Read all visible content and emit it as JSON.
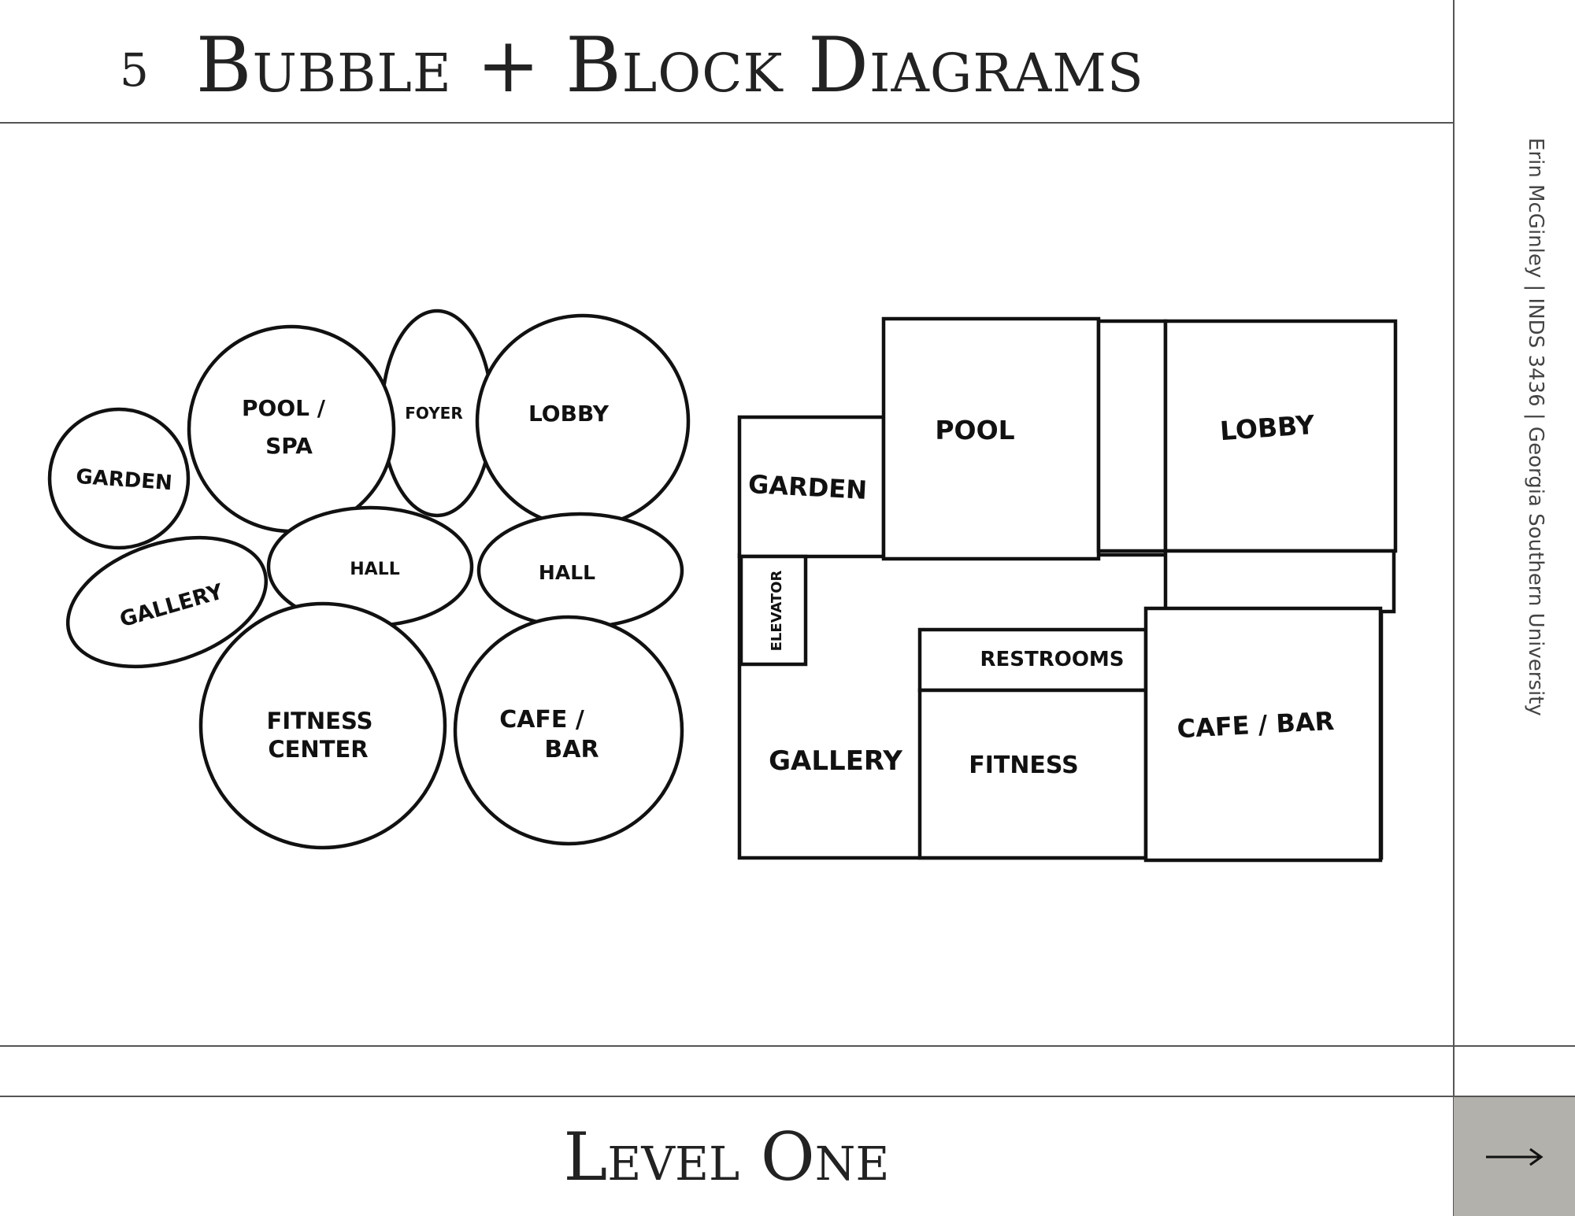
{
  "header": {
    "page_number": "5",
    "title": "Bubble + Block Diagrams"
  },
  "sidebar": {
    "credit": "Erin McGinley | INDS 3436 | Georgia Southern University"
  },
  "bubble_diagram": {
    "garden": "GARDEN",
    "pool_line1": "POOL /",
    "pool_line2": "SPA",
    "foyer": "FOYER",
    "lobby": "LOBBY",
    "gallery": "GALLERY",
    "hall_left": "HALL",
    "hall_right": "HALL",
    "fitness_line1": "FITNESS",
    "fitness_line2": "CENTER",
    "cafe_line1": "CAFE /",
    "cafe_line2": "BAR"
  },
  "block_diagram": {
    "garden": "GARDEN",
    "pool": "POOL",
    "lobby": "LOBBY",
    "elevator": "ELEVATOR",
    "restrooms": "RESTROOMS",
    "gallery": "GALLERY",
    "fitness": "FITNESS",
    "cafe_bar": "CAFE / BAR"
  },
  "footer": {
    "title": "Level One",
    "next_icon": "arrow-right-icon"
  },
  "colors": {
    "rule": "#555555",
    "next_button_bg": "#b3b1ab",
    "ink": "#111111"
  }
}
